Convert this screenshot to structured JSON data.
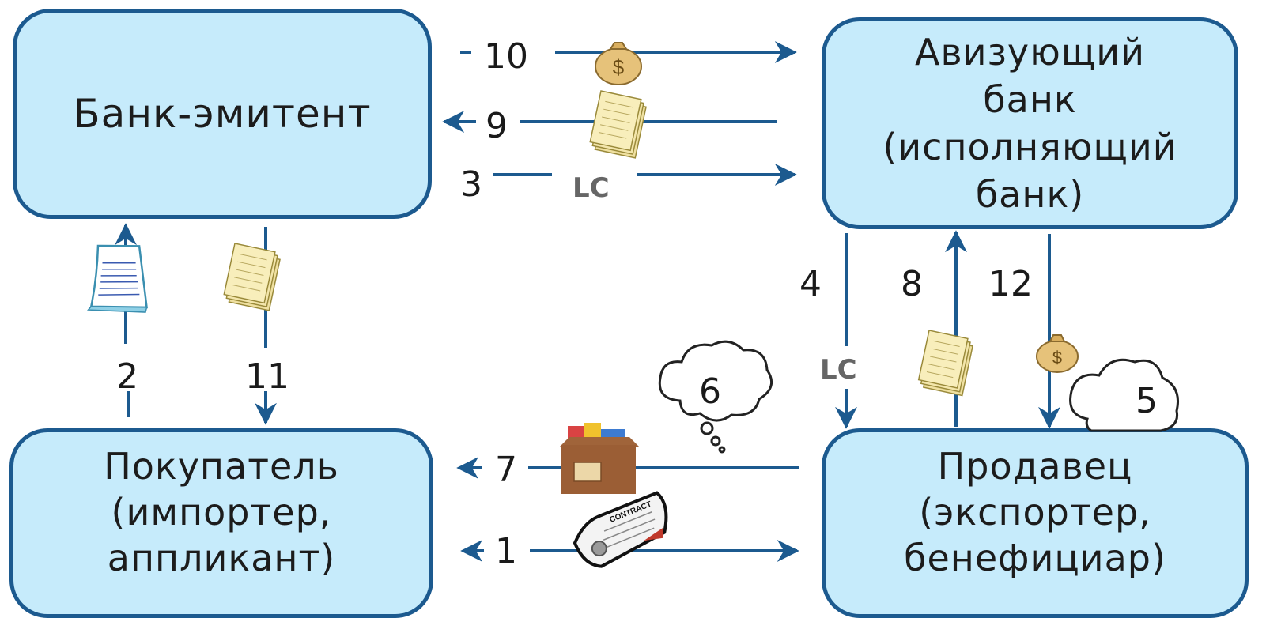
{
  "nodes": {
    "issuing_bank": [
      "Банк-эмитент"
    ],
    "advising_bank": [
      "Авизующий",
      "банк",
      "(исполняющий",
      "банк)"
    ],
    "buyer": [
      "Покупатель",
      "(импортер,",
      "аппликант)"
    ],
    "seller": [
      "Продавец",
      "(экспортер,",
      "бенефициар)"
    ]
  },
  "steps": {
    "s1": "1",
    "s2": "2",
    "s3": "3",
    "s4": "4",
    "s5": "5",
    "s6": "6",
    "s7": "7",
    "s8": "8",
    "s9": "9",
    "s10": "10",
    "s11": "11",
    "s12": "12"
  },
  "labels": {
    "lc": "LC",
    "contract": "CONTRACT"
  },
  "colors": {
    "box_fill": "#c6ebfb",
    "border": "#1c5a8f",
    "arrow": "#1c5a8f",
    "paper": "#f6eaa8",
    "bag": "#e6c27a"
  },
  "icons": [
    "money-bag-icon",
    "documents-icon",
    "application-form-icon",
    "goods-box-icon",
    "contract-icon",
    "thought-cloud-icon"
  ]
}
